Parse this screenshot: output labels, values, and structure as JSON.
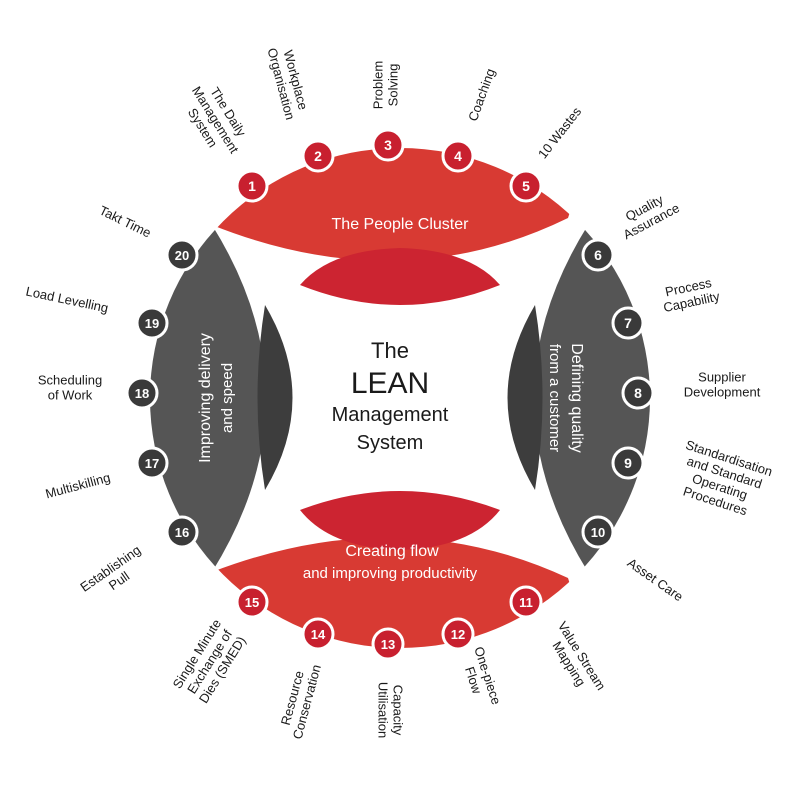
{
  "center": {
    "line1": "The",
    "line2": "LEAN",
    "line3": "Management",
    "line4": "System"
  },
  "clusters": {
    "top": {
      "title": "The People Cluster"
    },
    "bottom": {
      "line1": "Creating flow",
      "line2": "and improving productivity"
    },
    "left": {
      "line1": "Improving delivery",
      "line2": "and speed"
    },
    "right": {
      "line1": "Defining quality",
      "line2": "from a customer"
    }
  },
  "colors": {
    "red": "#d83a33",
    "red_dark": "#cc2431",
    "gray": "#555555",
    "gray_dark": "#3d3d3d",
    "badge_red": "#c8202f",
    "badge_gray": "#3a3a3a"
  },
  "elements": [
    {
      "n": "1",
      "label": [
        "The Daily",
        "Management",
        "System"
      ]
    },
    {
      "n": "2",
      "label": [
        "Workplace",
        "Organisation"
      ]
    },
    {
      "n": "3",
      "label": [
        "Problem",
        "Solving"
      ]
    },
    {
      "n": "4",
      "label": [
        "Coaching"
      ]
    },
    {
      "n": "5",
      "label": [
        "10 Wastes"
      ]
    },
    {
      "n": "6",
      "label": [
        "Quality",
        "Assurance"
      ]
    },
    {
      "n": "7",
      "label": [
        "Process",
        "Capability"
      ]
    },
    {
      "n": "8",
      "label": [
        "Supplier",
        "Development"
      ]
    },
    {
      "n": "9",
      "label": [
        "Standardisation",
        "and Standard",
        "Operating",
        "Procedures"
      ]
    },
    {
      "n": "10",
      "label": [
        "Asset Care"
      ]
    },
    {
      "n": "11",
      "label": [
        "Value Stream",
        "Mapping"
      ]
    },
    {
      "n": "12",
      "label": [
        "One-piece",
        "Flow"
      ]
    },
    {
      "n": "13",
      "label": [
        "Capacity",
        "Utilisation"
      ]
    },
    {
      "n": "14",
      "label": [
        "Resource",
        "Conservation"
      ]
    },
    {
      "n": "15",
      "label": [
        "Single Minute",
        "Exchange of",
        "Dies (SMED)"
      ]
    },
    {
      "n": "16",
      "label": [
        "Establishing",
        "Pull"
      ]
    },
    {
      "n": "17",
      "label": [
        "Multiskilling"
      ]
    },
    {
      "n": "18",
      "label": [
        "Scheduling",
        "of Work"
      ]
    },
    {
      "n": "19",
      "label": [
        "Load Levelling"
      ]
    },
    {
      "n": "20",
      "label": [
        "Takt Time"
      ]
    }
  ]
}
